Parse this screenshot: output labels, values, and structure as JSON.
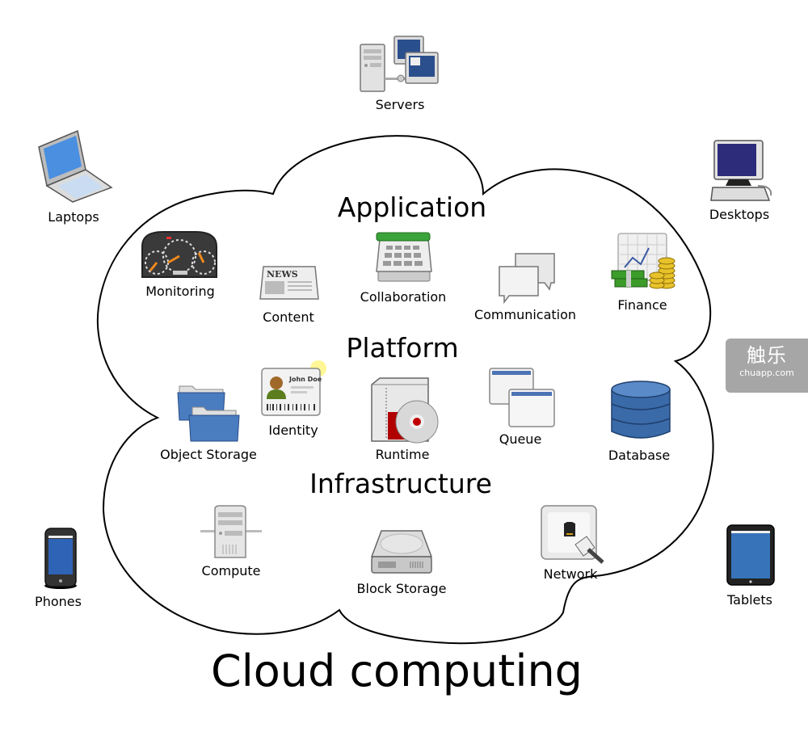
{
  "title": "Cloud computing",
  "layers": {
    "application": "Application",
    "platform": "Platform",
    "infrastructure": "Infrastructure"
  },
  "clients": {
    "servers": "Servers",
    "laptops": "Laptops",
    "desktops": "Desktops",
    "phones": "Phones",
    "tablets": "Tablets"
  },
  "application_services": {
    "monitoring": "Monitoring",
    "content": "Content",
    "collaboration": "Collaboration",
    "communication": "Communication",
    "finance": "Finance"
  },
  "platform_services": {
    "object_storage": "Object Storage",
    "identity": "Identity",
    "runtime": "Runtime",
    "queue": "Queue",
    "database": "Database"
  },
  "infrastructure_services": {
    "compute": "Compute",
    "block_storage": "Block Storage",
    "network": "Network"
  },
  "icon_text": {
    "news": "NEWS",
    "id_name": "John Doe"
  },
  "watermark": {
    "brand": "触乐",
    "url": "chuapp.com"
  },
  "colors": {
    "outline": "#000000",
    "folder_blue": "#4a7cc0",
    "database_blue": "#3a6aa8",
    "calendar_green": "#3aa33a",
    "runtime_red": "#b00000",
    "watermark_bg": "#a6a6a6"
  }
}
